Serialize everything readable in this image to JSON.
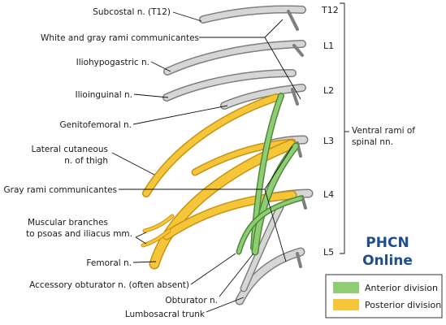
{
  "labels": {
    "subcostal": "Subcostal n. (T12)",
    "rami_wg": "White and gray rami communicantes",
    "iliohypogastric": "Iliohypogastric n.",
    "ilioinguinal": "Ilioinguinal n.",
    "genitofemoral": "Genitofemoral n.",
    "lat_cut_1": "Lateral cutaneous",
    "lat_cut_2": "n. of thigh",
    "gray_rami": "Gray rami communicantes",
    "muscular_1": "Muscular branches",
    "muscular_2": "to psoas and iliacus mm.",
    "femoral": "Femoral n.",
    "accessory": "Accessory obturator n. (often absent)",
    "obturator": "Obturator n.",
    "lumbosacral": "Lumbosacral trunk",
    "ventral_1": "Ventral rami of",
    "ventral_2": "spinal nn."
  },
  "levels": [
    "T12",
    "L1",
    "L2",
    "L3",
    "L4",
    "L5"
  ],
  "brand": {
    "line1": "PHCN",
    "line2": "Online",
    "color": "#1f4e8c"
  },
  "legend": {
    "items": [
      {
        "label": "Anterior division",
        "color": "#8fcc72"
      },
      {
        "label": "Posterior division",
        "color": "#f6c63a"
      }
    ]
  },
  "colors": {
    "nerve_gray": "#d6d6d6",
    "anterior": "#8fcc72",
    "posterior": "#f6c63a"
  }
}
